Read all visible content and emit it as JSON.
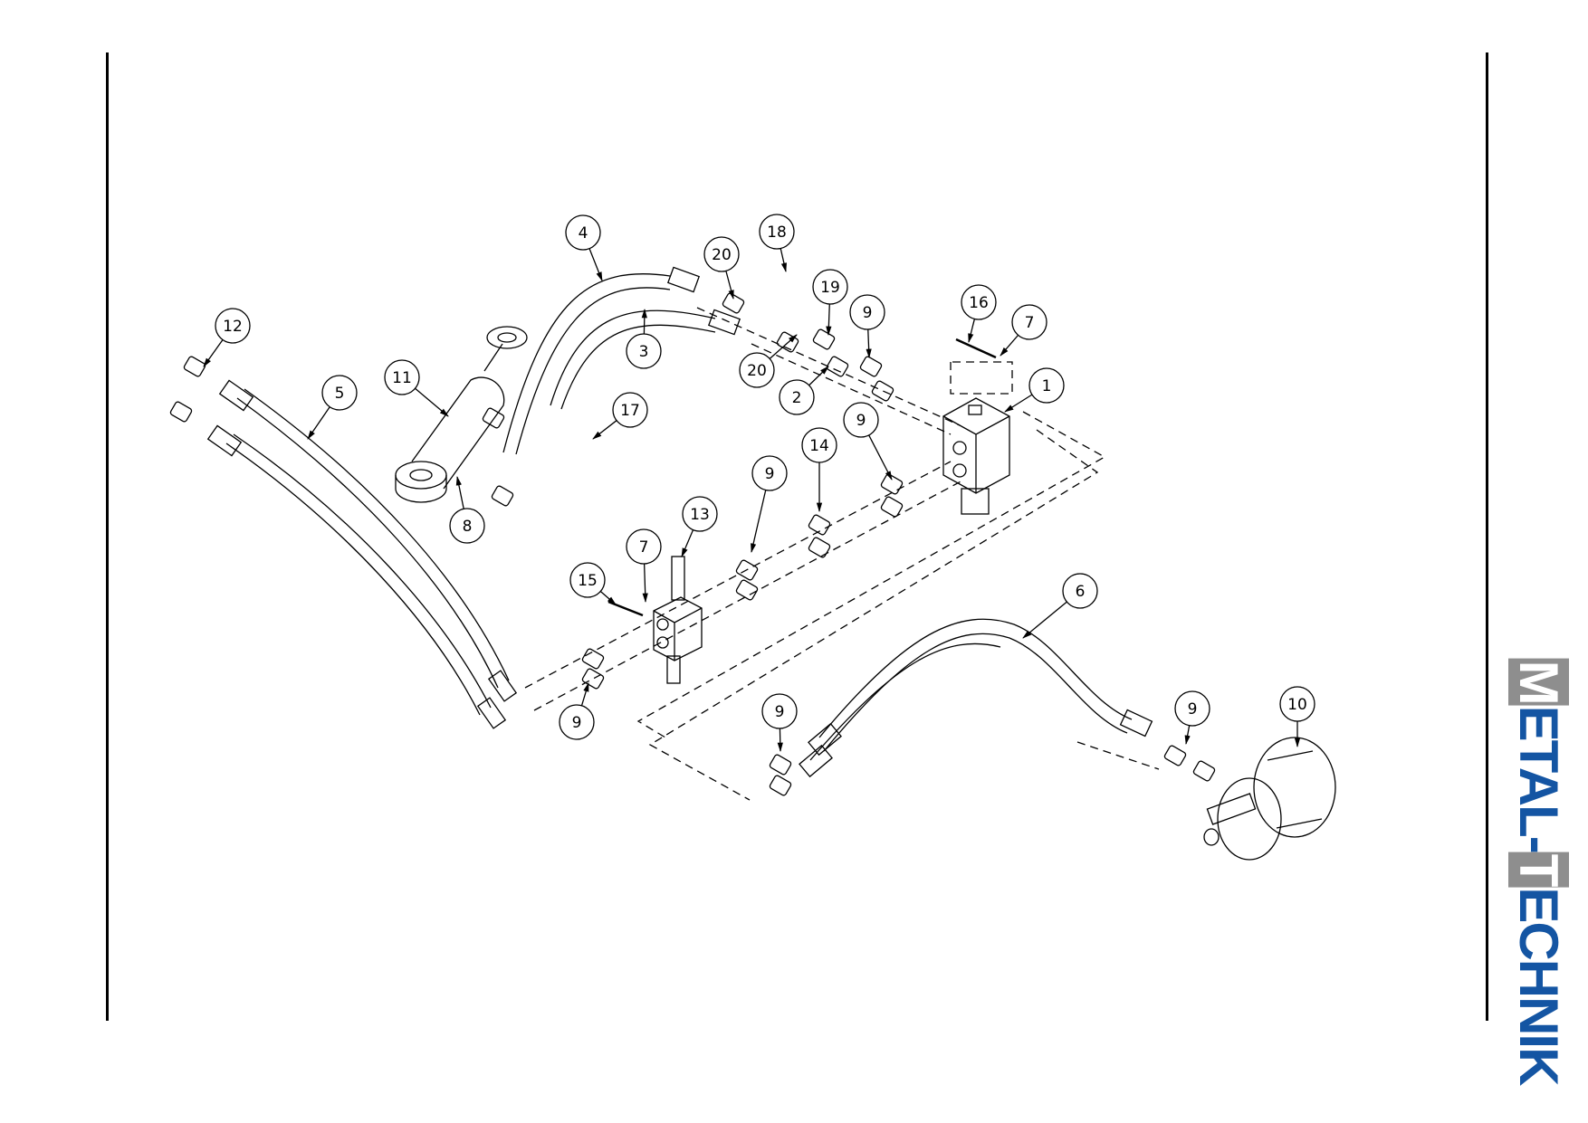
{
  "diagram": {
    "type": "exploded-parts-view",
    "balloons": [
      "4",
      "20",
      "18",
      "19",
      "9",
      "16",
      "7",
      "1",
      "12",
      "5",
      "11",
      "3",
      "20",
      "2",
      "17",
      "9",
      "14",
      "9",
      "8",
      "13",
      "7",
      "15",
      "6",
      "9",
      "9",
      "9",
      "10"
    ]
  },
  "logo": {
    "text": "METAL-TECHNIK",
    "first": "M",
    "part1": "ETAL-",
    "t": "T",
    "part2": "ECHNIK",
    "accent": "#1455a3",
    "grey": "#8e8e8e"
  }
}
